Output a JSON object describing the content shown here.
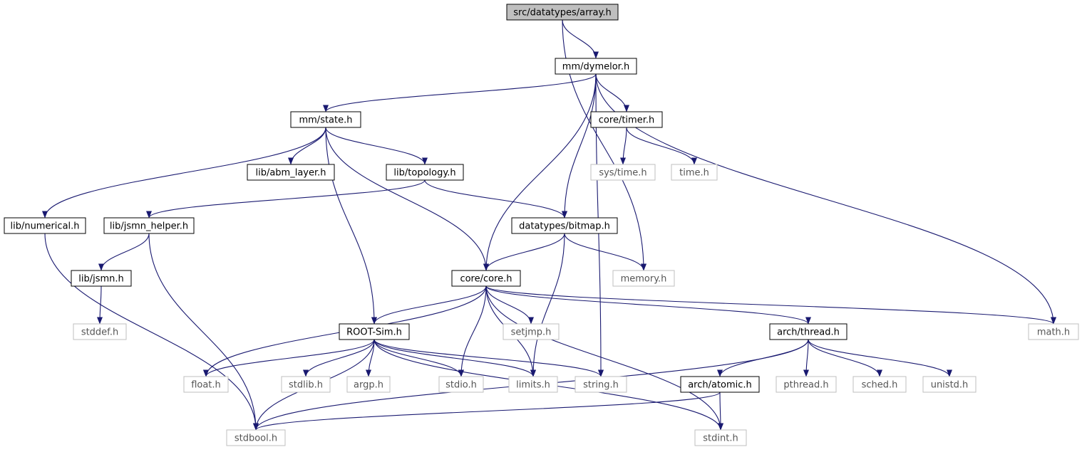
{
  "colors": {
    "edge": "#191970",
    "documented_border": "#000000",
    "external_border": "#bfbfbf",
    "root_fill": "#bfbfbf",
    "node_fill": "#ffffff",
    "documented_text": "#000000",
    "external_text": "#555555"
  },
  "nodes": [
    {
      "id": "array",
      "label": "src/datatypes/array.h",
      "kind": "root"
    },
    {
      "id": "dymelor",
      "label": "mm/dymelor.h",
      "kind": "documented"
    },
    {
      "id": "state",
      "label": "mm/state.h",
      "kind": "documented"
    },
    {
      "id": "timer",
      "label": "core/timer.h",
      "kind": "documented"
    },
    {
      "id": "abm",
      "label": "lib/abm_layer.h",
      "kind": "documented"
    },
    {
      "id": "topology",
      "label": "lib/topology.h",
      "kind": "documented"
    },
    {
      "id": "systime",
      "label": "sys/time.h",
      "kind": "external"
    },
    {
      "id": "time",
      "label": "time.h",
      "kind": "external"
    },
    {
      "id": "numerical",
      "label": "lib/numerical.h",
      "kind": "documented"
    },
    {
      "id": "jsmnhelper",
      "label": "lib/jsmn_helper.h",
      "kind": "documented"
    },
    {
      "id": "bitmap",
      "label": "datatypes/bitmap.h",
      "kind": "documented"
    },
    {
      "id": "jsmn",
      "label": "lib/jsmn.h",
      "kind": "documented"
    },
    {
      "id": "core",
      "label": "core/core.h",
      "kind": "documented"
    },
    {
      "id": "memory",
      "label": "memory.h",
      "kind": "external"
    },
    {
      "id": "stddef",
      "label": "stddef.h",
      "kind": "external"
    },
    {
      "id": "rootsim",
      "label": "ROOT-Sim.h",
      "kind": "documented"
    },
    {
      "id": "setjmp",
      "label": "setjmp.h",
      "kind": "external"
    },
    {
      "id": "thread",
      "label": "arch/thread.h",
      "kind": "documented"
    },
    {
      "id": "math",
      "label": "math.h",
      "kind": "external"
    },
    {
      "id": "float",
      "label": "float.h",
      "kind": "external"
    },
    {
      "id": "stdlib",
      "label": "stdlib.h",
      "kind": "external"
    },
    {
      "id": "argp",
      "label": "argp.h",
      "kind": "external"
    },
    {
      "id": "stdio",
      "label": "stdio.h",
      "kind": "external"
    },
    {
      "id": "limits",
      "label": "limits.h",
      "kind": "external"
    },
    {
      "id": "string",
      "label": "string.h",
      "kind": "external"
    },
    {
      "id": "atomic",
      "label": "arch/atomic.h",
      "kind": "documented"
    },
    {
      "id": "pthread",
      "label": "pthread.h",
      "kind": "external"
    },
    {
      "id": "sched",
      "label": "sched.h",
      "kind": "external"
    },
    {
      "id": "unistd",
      "label": "unistd.h",
      "kind": "external"
    },
    {
      "id": "stdbool",
      "label": "stdbool.h",
      "kind": "external"
    },
    {
      "id": "stdint",
      "label": "stdint.h",
      "kind": "external"
    }
  ],
  "edges": [
    [
      "array",
      "dymelor"
    ],
    [
      "array",
      "memory"
    ],
    [
      "dymelor",
      "state"
    ],
    [
      "dymelor",
      "timer"
    ],
    [
      "dymelor",
      "core"
    ],
    [
      "dymelor",
      "bitmap"
    ],
    [
      "dymelor",
      "string"
    ],
    [
      "dymelor",
      "math"
    ],
    [
      "state",
      "numerical"
    ],
    [
      "state",
      "abm"
    ],
    [
      "state",
      "topology"
    ],
    [
      "state",
      "rootsim"
    ],
    [
      "state",
      "core"
    ],
    [
      "timer",
      "systime"
    ],
    [
      "timer",
      "time"
    ],
    [
      "topology",
      "jsmnhelper"
    ],
    [
      "topology",
      "bitmap"
    ],
    [
      "numerical",
      "stdbool"
    ],
    [
      "jsmnhelper",
      "jsmn"
    ],
    [
      "jsmnhelper",
      "stdbool"
    ],
    [
      "jsmn",
      "stddef"
    ],
    [
      "bitmap",
      "core"
    ],
    [
      "bitmap",
      "memory"
    ],
    [
      "bitmap",
      "limits"
    ],
    [
      "core",
      "rootsim"
    ],
    [
      "core",
      "float"
    ],
    [
      "core",
      "stdio"
    ],
    [
      "core",
      "limits"
    ],
    [
      "core",
      "setjmp"
    ],
    [
      "core",
      "thread"
    ],
    [
      "core",
      "math"
    ],
    [
      "core",
      "stdint"
    ],
    [
      "rootsim",
      "float"
    ],
    [
      "rootsim",
      "stdbool"
    ],
    [
      "rootsim",
      "stdlib"
    ],
    [
      "rootsim",
      "argp"
    ],
    [
      "rootsim",
      "stdio"
    ],
    [
      "rootsim",
      "limits"
    ],
    [
      "rootsim",
      "string"
    ],
    [
      "rootsim",
      "stdint"
    ],
    [
      "thread",
      "atomic"
    ],
    [
      "thread",
      "pthread"
    ],
    [
      "thread",
      "sched"
    ],
    [
      "thread",
      "unistd"
    ],
    [
      "thread",
      "stdbool"
    ],
    [
      "atomic",
      "stdbool"
    ],
    [
      "atomic",
      "stdint"
    ]
  ]
}
